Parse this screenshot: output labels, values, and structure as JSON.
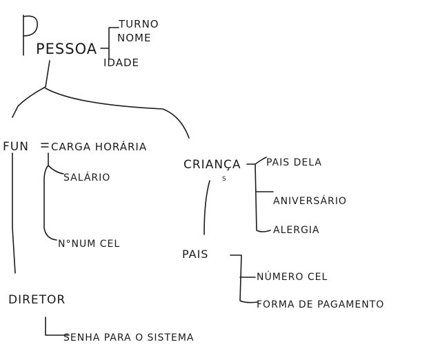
{
  "nodes": {
    "pessoa": "PESSOA",
    "pessoa_attrs": [
      "TURNO",
      "NOME",
      "IDADE"
    ],
    "fun": "FUN",
    "fun_attrs": [
      "CARGA HORÁRIA",
      "SALÁRIO",
      "N°NUM CEL"
    ],
    "diretor": "DIRETOR",
    "diretor_attrs": [
      "SENHA PARA O SISTEMA"
    ],
    "crianca": "CRIANÇA",
    "crianca_subscript": "S",
    "crianca_attrs": [
      "PAIS DELA",
      "ANIVERSÁRIO",
      "ALERGIA"
    ],
    "pais": "PAIS",
    "pais_attrs": [
      "NÚMERO CEL",
      "FORMA DE PAGAMENTO"
    ]
  },
  "colors": {
    "ink": "#1a1a1a",
    "background": "#ffffff"
  }
}
